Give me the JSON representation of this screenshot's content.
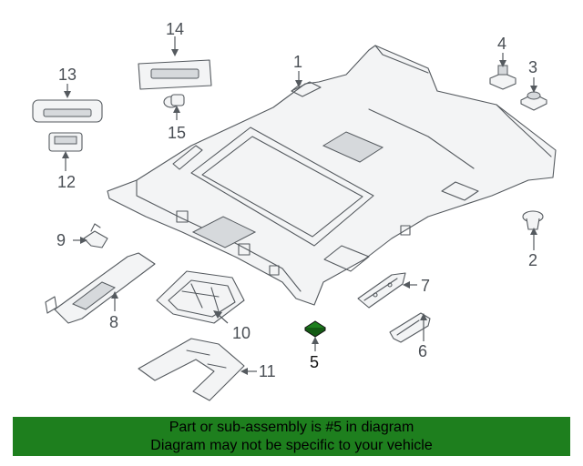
{
  "callouts": {
    "c1": "1",
    "c2": "2",
    "c3": "3",
    "c4": "4",
    "c5": "5",
    "c6": "6",
    "c7": "7",
    "c8": "8",
    "c9": "9",
    "c10": "10",
    "c11": "11",
    "c12": "12",
    "c13": "13",
    "c14": "14",
    "c15": "15"
  },
  "highlight": {
    "part": "5",
    "color": "#1e7f1e"
  },
  "banner": {
    "line1": "Part or sub-assembly is #5 in diagram",
    "line2": "Diagram may not be specific to your vehicle",
    "color": "#1e7f1e"
  }
}
